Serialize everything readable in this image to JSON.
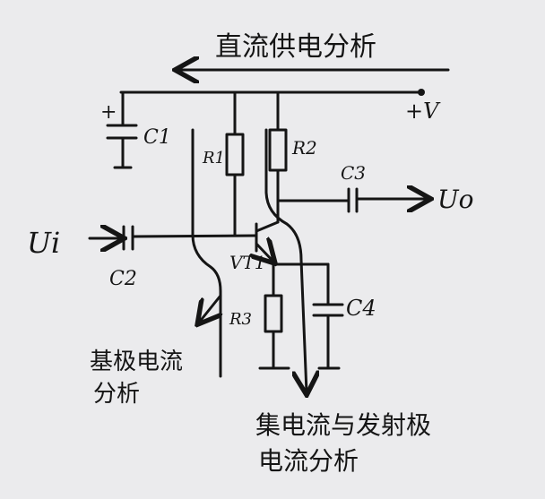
{
  "title": "直流供电分析",
  "labels": {
    "supply": "+V",
    "c1": "C1",
    "c1_plus": "+",
    "r1": "R1",
    "r2": "R2",
    "c3": "C3",
    "uo": "Uo",
    "ui": "Ui",
    "c2": "C2",
    "vt1": "VT1",
    "r3": "R3",
    "c4": "C4"
  },
  "annotations": {
    "base_line1": "基极电流",
    "base_line2": "分析",
    "ce_line1": "集电流与发射极",
    "ce_line2": "电流分析"
  }
}
